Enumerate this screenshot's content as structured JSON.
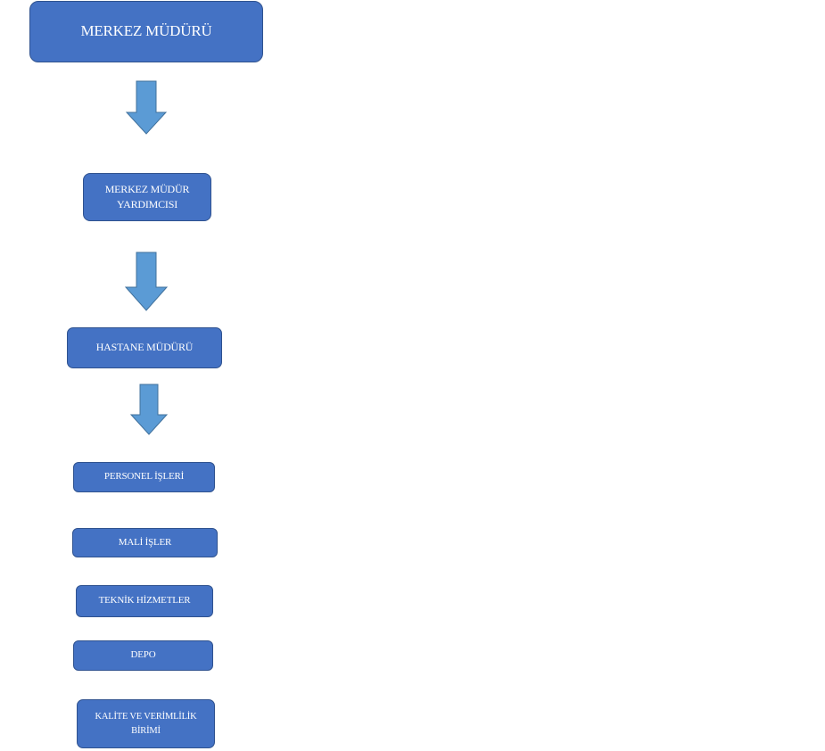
{
  "org_chart": {
    "nodes": [
      {
        "id": "merkez-muduru",
        "label": "MERKEZ MÜDÜRÜ"
      },
      {
        "id": "merkez-mudur-yardimcisi",
        "label": "MERKEZ MÜDÜR YARDIMCISI"
      },
      {
        "id": "hastane-muduru",
        "label": "HASTANE MÜDÜRÜ"
      },
      {
        "id": "personel-isleri",
        "label": "PERSONEL İŞLERİ"
      },
      {
        "id": "mali-isler",
        "label": "MALİ İŞLER"
      },
      {
        "id": "teknik-hizmetler",
        "label": "TEKNİK HİZMETLER"
      },
      {
        "id": "depo",
        "label": "DEPO"
      },
      {
        "id": "kalite-ve-verimlilik-birimi",
        "label": "KALİTE VE VERİMLİLİK BİRİMİ"
      }
    ],
    "colors": {
      "box_fill": "#4472C4",
      "box_border": "#2F528F",
      "arrow_fill": "#5B9BD5",
      "arrow_border": "#41719C",
      "text": "#FFFFFF"
    }
  }
}
